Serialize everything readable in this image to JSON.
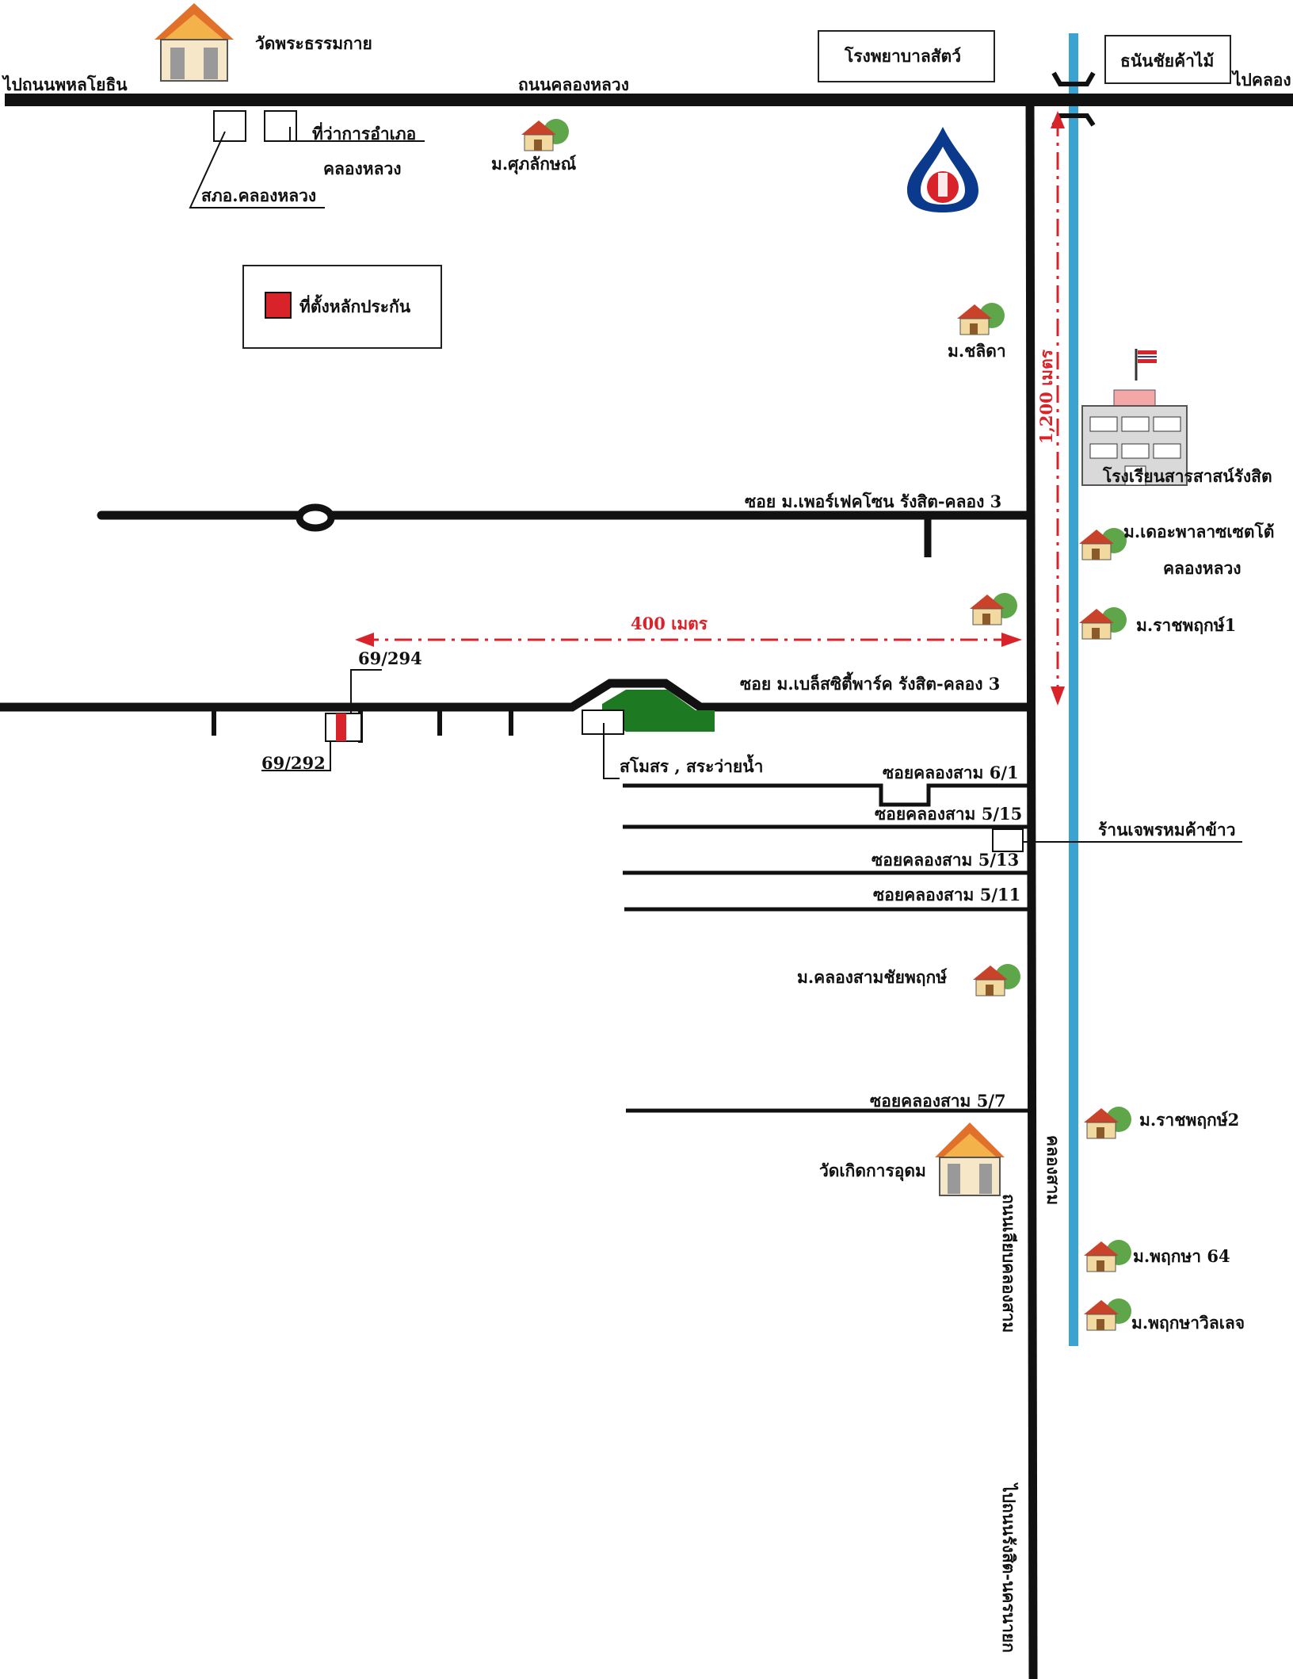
{
  "colors": {
    "road": "#111111",
    "canal": "#3aa3d1",
    "accent_red": "#d8232a",
    "park_green": "#1e7a22",
    "temple_roof": "#e0702a"
  },
  "top": {
    "left_dir": "ไปถนนพหลโยธิน",
    "road_name": "ถนนคลองหลวง",
    "right_dir": "ไปคลอง",
    "temple": "วัดพระธรรมกาย",
    "animal_hospital": "โรงพยาบาลสัตว์",
    "bank": "ธนันชัยค้าไม้"
  },
  "offices": {
    "district_office_1": "ที่ว่าการอำเภอ",
    "district_office_2": "คลองหลวง",
    "police": "สภอ.คลองหลวง",
    "village_suppalak": "ม.ศุภลักษณ์"
  },
  "legend": {
    "label": "ที่ตั้งหลักประกัน"
  },
  "villages": {
    "chalida": "ม.ชลิดา",
    "palazzo_1": "ม.เดอะพาลาซเซตโต้",
    "palazzo_2": "คลองหลวง",
    "ratchaphruek1": "ม.ราชพฤกษ์1",
    "khlongsam_chaiphruek": "ม.คลองสามชัยพฤกษ์",
    "ratchaphruek2": "ม.ราชพฤกษ์2",
    "phruksa64": "ม.พฤกษา 64",
    "phruksa_villet": "ม.พฤกษาวิลเลจ"
  },
  "school": "โรงเรียนสารสาสน์รังสิต",
  "distances": {
    "vertical": "1,200 เมตร",
    "horizontal": "400 เมตร"
  },
  "sois": {
    "perfect_zone": "ซอย ม.เพอร์เฟคโซน รังสิต-คลอง 3",
    "bless_city": "ซอย ม.เบล็สซิตี้พาร์ค รังสิต-คลอง 3",
    "s6_1": "ซอยคลองสาม 6/1",
    "s5_15": "ซอยคลองสาม 5/15",
    "s5_13": "ซอยคลองสาม 5/13",
    "s5_11": "ซอยคลองสาม 5/11",
    "s5_7": "ซอยคลองสาม 5/7"
  },
  "plots": {
    "p1": "69/294",
    "p2": "69/292"
  },
  "places": {
    "clubhouse": "สโมสร , สระว่ายน้ำ",
    "rice_shop": "ร้านเจพรหมค้าข้าว",
    "temple_south": "วัดเกิดการอุดม"
  },
  "vertical_labels": {
    "canal": "คลองสาม",
    "road_north": "ถนนเลียบคลองสาม",
    "road_south": "ไปถนนรังสิต-นครนายก"
  }
}
